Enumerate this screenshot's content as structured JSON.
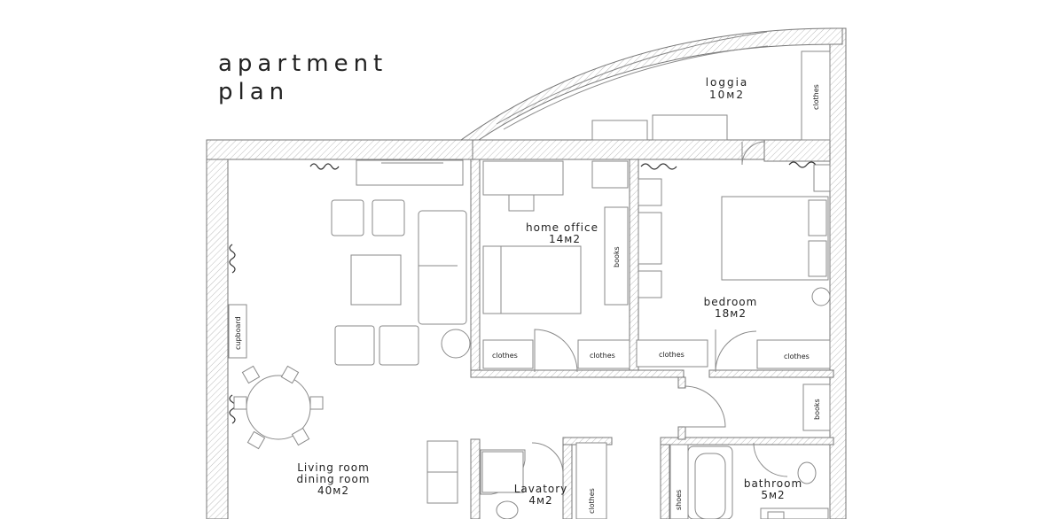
{
  "title": {
    "line1": "apartment",
    "line2": "plan"
  },
  "rooms": {
    "loggia": {
      "name": "loggia",
      "area": "10м2"
    },
    "home_office": {
      "name": "home office",
      "area": "14м2"
    },
    "bedroom": {
      "name": "bedroom",
      "area": "18м2"
    },
    "living": {
      "name1": "Living room",
      "name2": "dining room",
      "area": "40м2"
    },
    "lavatory": {
      "name": "Lavatory",
      "area": "4м2"
    },
    "bathroom": {
      "name": "bathroom",
      "area": "5м2"
    }
  },
  "furniture_labels": {
    "clothes": "clothes",
    "books": "books",
    "cupboard": "cupboard",
    "shoes": "shoes"
  }
}
